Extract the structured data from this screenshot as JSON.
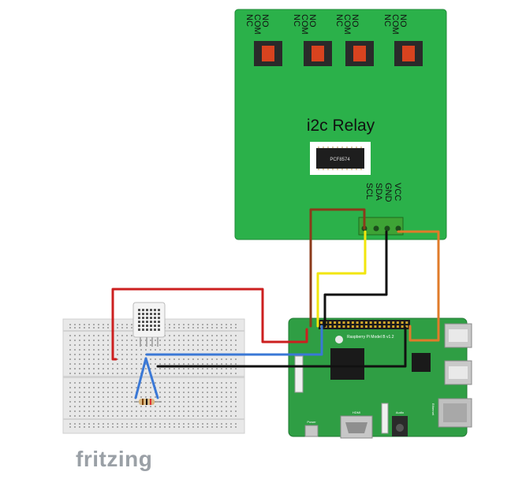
{
  "relay_board": {
    "title": "i2c Relay",
    "chip_label": "PCF8574",
    "channel_terminals": [
      "NC",
      "COM",
      "NO"
    ],
    "channel_count": 4,
    "header_pins": [
      "VCC",
      "GND",
      "SDA",
      "SCL"
    ],
    "board_color": "#2bb14a"
  },
  "raspberry_pi": {
    "board_label": "Raspberry Pi Model B v1.2",
    "port_labels": {
      "hdmi": "HDMI",
      "audio": "Audio",
      "power": "Power",
      "ethernet": "Ethernet"
    },
    "board_color": "#2f9e44"
  },
  "breadboard": {
    "sensor": "DHT22",
    "resistor": "resistor"
  },
  "wires": {
    "red": "#cc1f1f",
    "brown": "#8b3a1a",
    "yellow": "#f2e60c",
    "black": "#111111",
    "orange": "#e07b2a",
    "blue": "#3a78d6"
  },
  "footer": {
    "logo_text": "fritzing"
  }
}
